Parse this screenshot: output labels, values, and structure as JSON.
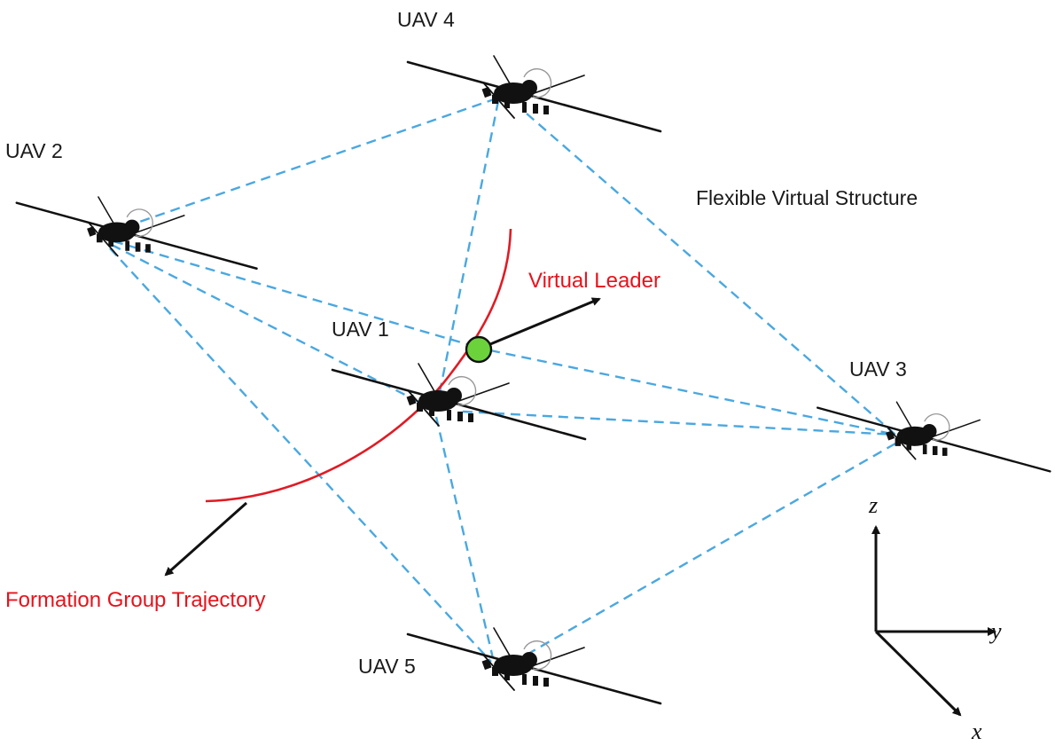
{
  "diagram": {
    "structure_label": "Flexible Virtual Structure",
    "virtual_leader_label": "Virtual Leader",
    "trajectory_label": "Formation Group Trajectory",
    "uavs": [
      {
        "id": "uav-1",
        "label": "UAV 1"
      },
      {
        "id": "uav-2",
        "label": "UAV 2"
      },
      {
        "id": "uav-3",
        "label": "UAV 3"
      },
      {
        "id": "uav-4",
        "label": "UAV 4"
      },
      {
        "id": "uav-5",
        "label": "UAV 5"
      }
    ],
    "axes": {
      "z": "z",
      "y": "y",
      "x": "x"
    },
    "colors": {
      "link": "#4aa8e0",
      "trajectory": "#e01b24",
      "leader_fill": "#6cd23c",
      "text_red": "#e8121b"
    }
  }
}
